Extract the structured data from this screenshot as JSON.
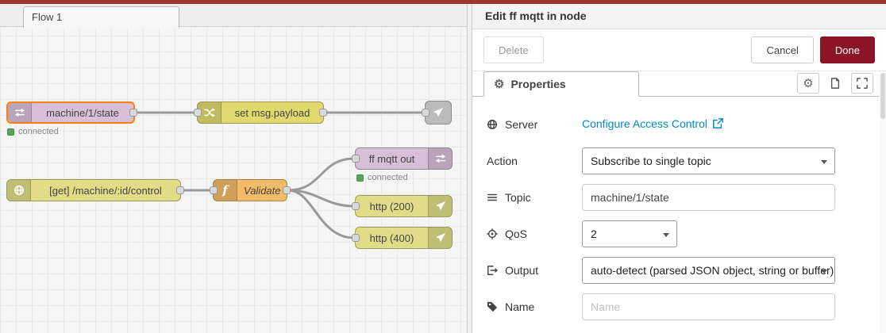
{
  "colors": {
    "accent_red": "#9e3430",
    "done_button": "#8c1428",
    "link_blue": "#0088cc",
    "status_green": "#55a55a",
    "node_mqtt": "#d8bfd8",
    "node_change": "#e2d96e",
    "node_http": "#e0dc88",
    "node_function": "#f3bb69",
    "node_gray": "#c7c7c7",
    "selection_orange": "#ff7f0e"
  },
  "canvas": {
    "tab_label": "Flow 1",
    "nodes": {
      "mqtt_in": {
        "label": "machine/1/state",
        "status": "connected"
      },
      "change": {
        "label": "set msg.payload"
      },
      "http_in": {
        "label": "[get] /machine/:id/control"
      },
      "function": {
        "label": "Validate"
      },
      "mqtt_out": {
        "label": "ff mqtt out",
        "status": "connected"
      },
      "http_200": {
        "label": "http (200)"
      },
      "http_400": {
        "label": "http (400)"
      }
    }
  },
  "panel": {
    "title": "Edit ff mqtt in node",
    "toolbar": {
      "delete": "Delete",
      "cancel": "Cancel",
      "done": "Done"
    },
    "tabs": {
      "properties": "Properties"
    },
    "fields": {
      "server": {
        "label": "Server",
        "link": "Configure Access Control"
      },
      "action": {
        "label": "Action",
        "value": "Subscribe to single topic"
      },
      "topic": {
        "label": "Topic",
        "value": "machine/1/state"
      },
      "qos": {
        "label": "QoS",
        "value": "2"
      },
      "output": {
        "label": "Output",
        "value": "auto-detect (parsed JSON object, string or buffer)"
      },
      "name": {
        "label": "Name",
        "placeholder": "Name"
      }
    }
  }
}
